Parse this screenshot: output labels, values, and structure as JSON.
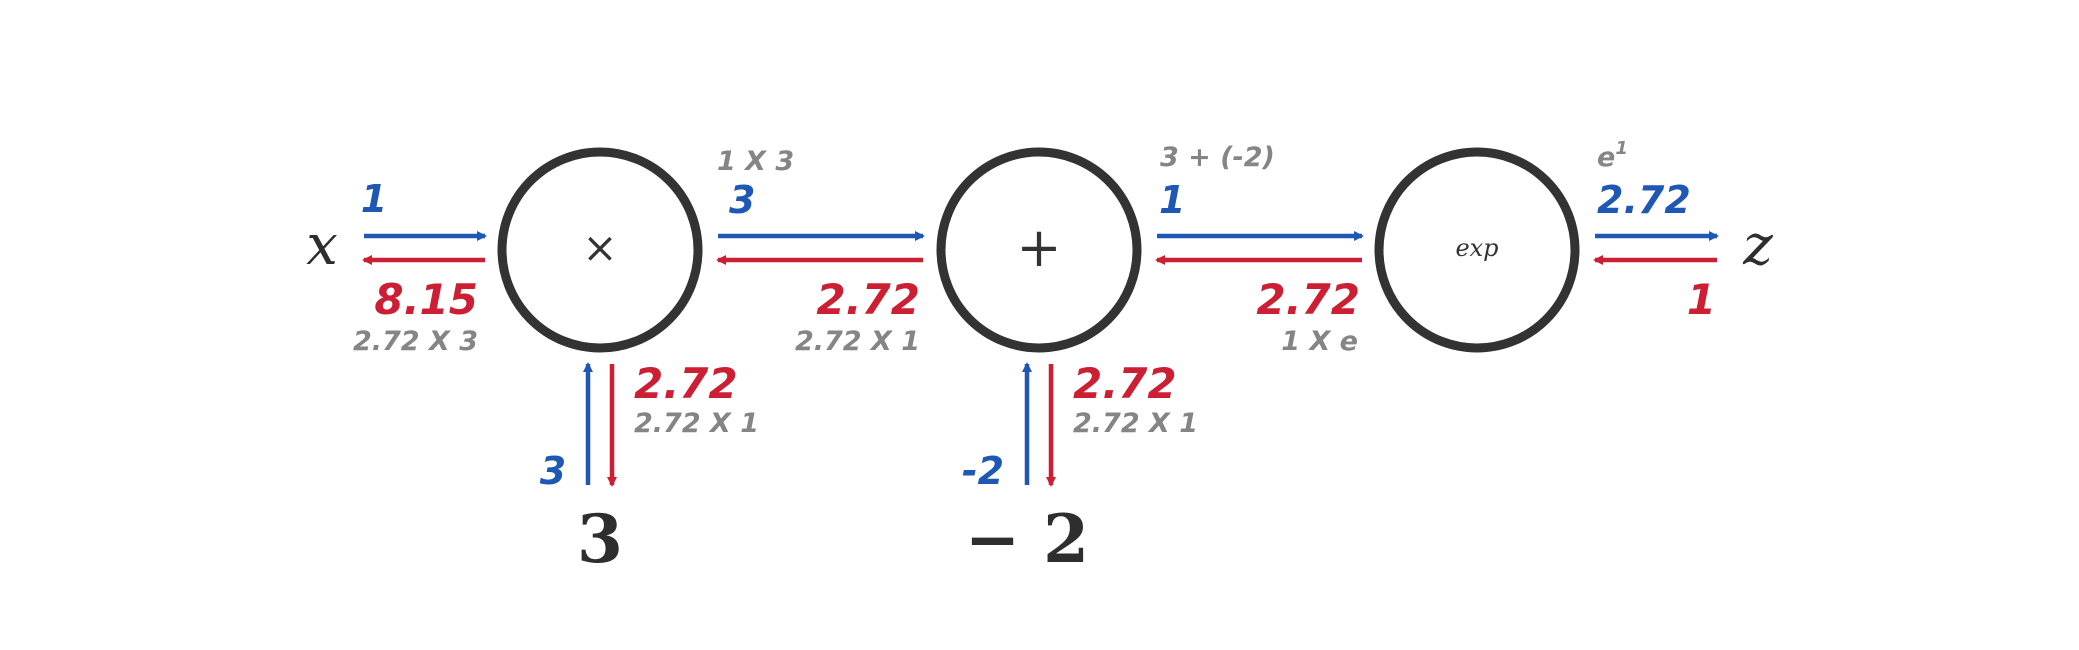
{
  "inputs": {
    "x": "x",
    "y": "3",
    "z": "− 2"
  },
  "output": "z",
  "nodes": {
    "mul": "×",
    "add": "+",
    "exp": "exp"
  },
  "forward": {
    "x": "1",
    "y": "3",
    "z": "-2",
    "mul_out": "3",
    "add_out": "1",
    "exp_out": "2.72"
  },
  "forward_notes": {
    "mul_out": "1 X 3",
    "add_out": "3 + (-2)",
    "exp_out_base": "e",
    "exp_out_sup": "1"
  },
  "backward": {
    "x": "8.15",
    "y": "2.72",
    "z": "2.72",
    "mul_out": "2.72",
    "add_out": "2.72",
    "exp_out": "1"
  },
  "backward_notes": {
    "x": "2.72 X 3",
    "y": "2.72 X 1",
    "z": "2.72 X 1",
    "mul_out": "2.72 X 1",
    "add_out": "1 X e"
  },
  "colors": {
    "forward": "#1f57b5",
    "backward": "#cc1f33",
    "note": "#858585",
    "node": "#333333"
  }
}
